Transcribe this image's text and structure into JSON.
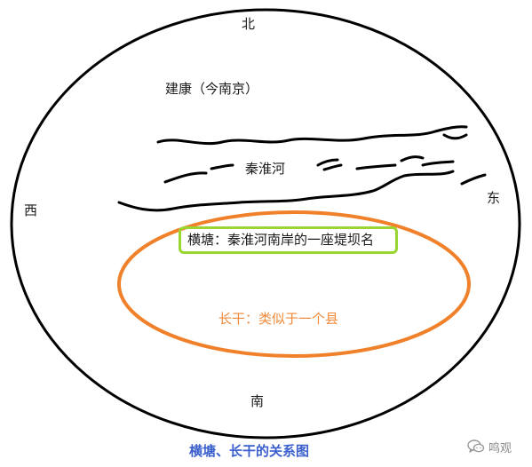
{
  "directions": {
    "north": "北",
    "south": "南",
    "west": "西",
    "east": "东"
  },
  "labels": {
    "city": "建康（今南京）",
    "river": "秦淮河",
    "hengtang": "横塘：秦淮河南岸的一座堤坝名",
    "changgan": "长干：类似于一个县"
  },
  "caption": "横塘、长干的关系图",
  "watermark": {
    "text": "鸣观",
    "icon": "wechat-chat-bubble-icon"
  },
  "colors": {
    "outline": "#000000",
    "hengtang_border": "#99d631",
    "changgan_border": "#f0812a",
    "changgan_text": "#f08a3a",
    "caption_text": "#3a5fcd"
  }
}
